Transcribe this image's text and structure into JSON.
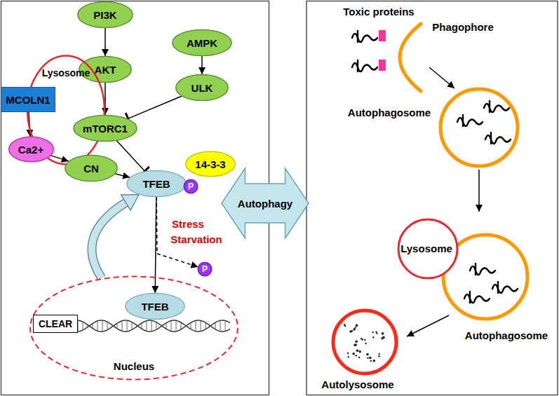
{
  "diagram": {
    "nodes": [
      {
        "text": [
          "PI3K"
        ]
      },
      {
        "text": [
          "AMPK"
        ]
      },
      {
        "text": [
          "AKT"
        ]
      },
      {
        "text": [
          "ULK"
        ]
      },
      {
        "text": [
          "Lysosome"
        ]
      },
      {
        "text": [
          "MCOLN1"
        ]
      },
      {
        "text": [
          "mTORC1"
        ]
      },
      {
        "text": [
          "Ca2+"
        ]
      },
      {
        "text": [
          "CN"
        ]
      },
      {
        "text": [
          "TFEB"
        ]
      },
      {
        "text": [
          "14-3-3"
        ]
      },
      {
        "text": [
          "P"
        ]
      },
      {
        "text": [
          "Nucleus"
        ]
      },
      {
        "text": [
          "CLEAR"
        ],
        "in": 12
      },
      {
        "text": [
          "TFEB"
        ],
        "in": 12
      },
      {
        "text": [
          "P"
        ]
      },
      {
        "text": [
          "Autophagy"
        ]
      }
    ],
    "edges": [
      {
        "from": 0,
        "to": 2,
        "arrow": "to"
      },
      {
        "from": 2,
        "to": 6,
        "arrow": "to"
      },
      {
        "from": 1,
        "to": 3,
        "arrow": "to"
      },
      {
        "from": 3,
        "to": 6,
        "arrow": "to"
      },
      {
        "from": 6,
        "to": 9,
        "arrow": "to"
      },
      {
        "from": 5,
        "to": 7,
        "arrow": "to"
      },
      {
        "from": 7,
        "to": 8,
        "arrow": "to"
      },
      {
        "from": 8,
        "to": 9,
        "arrow": "to"
      },
      {
        "from": 9,
        "to": 14,
        "arrow": "to"
      },
      {
        "from": 9,
        "to": 15,
        "arrow": "to"
      },
      {
        "from": 12,
        "to": 9,
        "arrow": "to"
      }
    ],
    "labels": [
      "Stress",
      "Starvation",
      "Toxic proteins",
      "Phagophore",
      "Autophagosome",
      "Lysosome",
      "Autophagosome",
      "Autolysosome"
    ]
  }
}
